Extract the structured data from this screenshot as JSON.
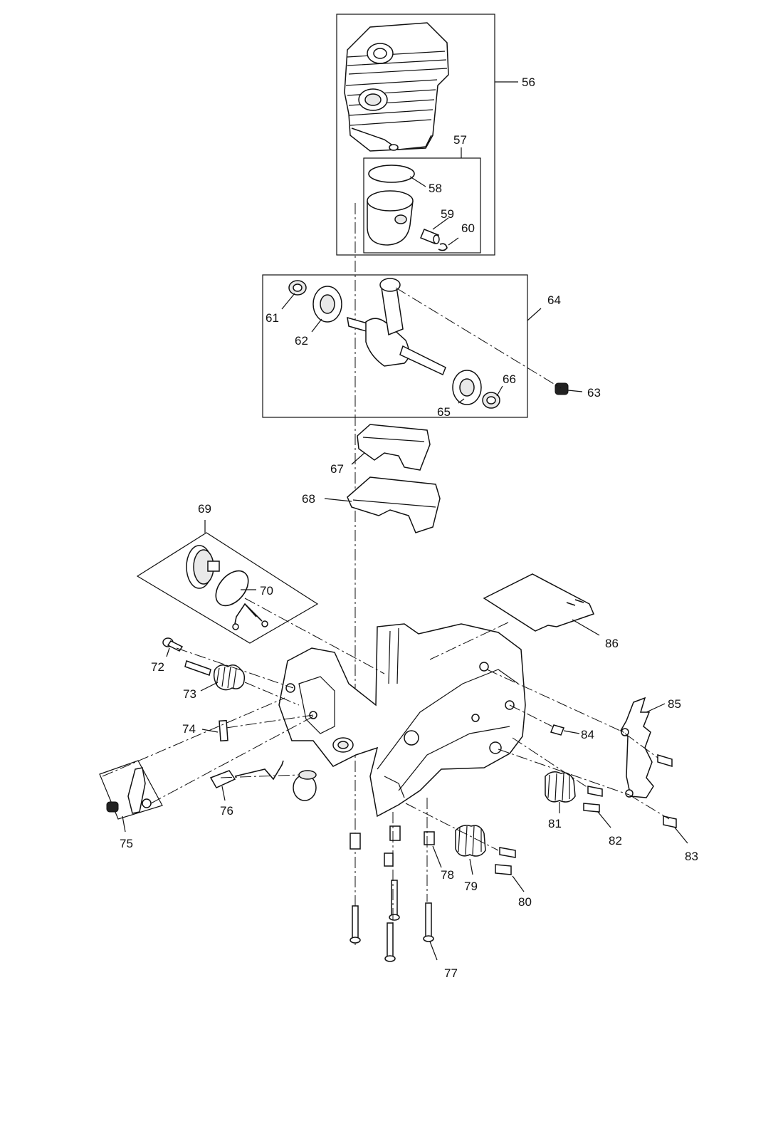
{
  "callouts": [
    {
      "id": "c56",
      "text": "56"
    },
    {
      "id": "c57",
      "text": "57"
    },
    {
      "id": "c58",
      "text": "58"
    },
    {
      "id": "c59",
      "text": "59"
    },
    {
      "id": "c60",
      "text": "60"
    },
    {
      "id": "c61",
      "text": "61"
    },
    {
      "id": "c62",
      "text": "62"
    },
    {
      "id": "c63",
      "text": "63"
    },
    {
      "id": "c64",
      "text": "64"
    },
    {
      "id": "c65",
      "text": "65"
    },
    {
      "id": "c66",
      "text": "66"
    },
    {
      "id": "c67",
      "text": "67"
    },
    {
      "id": "c68",
      "text": "68"
    },
    {
      "id": "c69",
      "text": "69"
    },
    {
      "id": "c70",
      "text": "70"
    },
    {
      "id": "c72",
      "text": "72"
    },
    {
      "id": "c73",
      "text": "73"
    },
    {
      "id": "c74",
      "text": "74"
    },
    {
      "id": "c75",
      "text": "75"
    },
    {
      "id": "c76",
      "text": "76"
    },
    {
      "id": "c77",
      "text": "77"
    },
    {
      "id": "c78",
      "text": "78"
    },
    {
      "id": "c79",
      "text": "79"
    },
    {
      "id": "c80",
      "text": "80"
    },
    {
      "id": "c81",
      "text": "81"
    },
    {
      "id": "c82",
      "text": "82"
    },
    {
      "id": "c83",
      "text": "83"
    },
    {
      "id": "c84",
      "text": "84"
    },
    {
      "id": "c85",
      "text": "85"
    },
    {
      "id": "c86",
      "text": "86"
    }
  ]
}
